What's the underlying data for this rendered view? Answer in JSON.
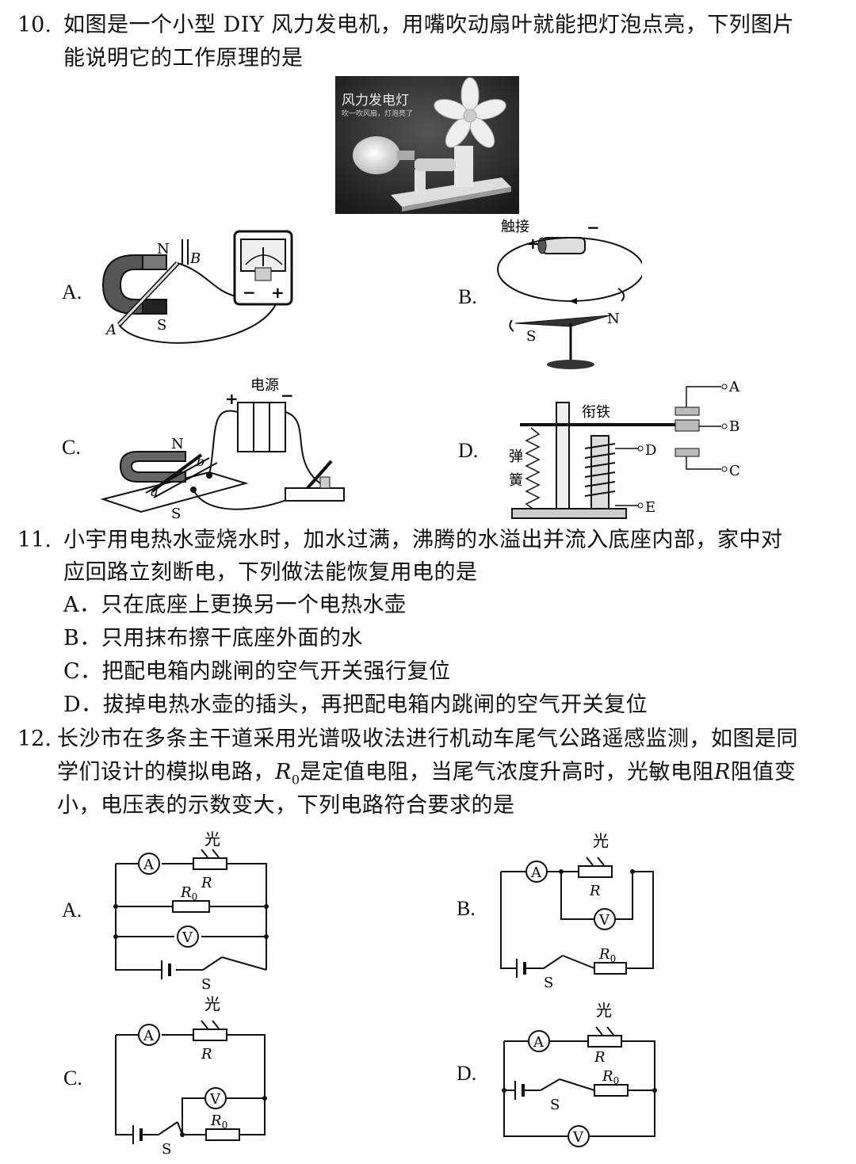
{
  "q10": {
    "num": "10.",
    "line1": "如图是一个小型 DIY 风力发电机，用嘴吹动扇叶就能把灯泡点亮，下列图片",
    "line2": "能说明它的工作原理的是",
    "photo_title": "风力发电灯",
    "photo_sub": "吹一吹风扇，灯泡亮了",
    "options": {
      "A": "A.",
      "B": "B.",
      "C": "C.",
      "D": "D."
    },
    "figA": {
      "N": "N",
      "S": "S",
      "A": "A",
      "B": "B"
    },
    "figB": {
      "touch": "触接",
      "plus": "+",
      "minus": "−",
      "S": "S",
      "N": "N"
    },
    "figC": {
      "power": "电源",
      "plus": "+",
      "minus": "−",
      "N": "N",
      "S": "S",
      "a": "a",
      "b": "b"
    },
    "figD": {
      "armature": "衔铁",
      "spring1": "弹",
      "spring2": "簧",
      "A": "A",
      "B": "B",
      "C": "C",
      "D": "D",
      "E": "E"
    }
  },
  "q11": {
    "num": "11.",
    "line1": "小宇用电热水壶烧水时，加水过满，沸腾的水溢出并流入底座内部，家中对",
    "line2": "应回路立刻断电，下列做法能恢复用电的是",
    "choices": [
      "A．只在底座上更换另一个电热水壶",
      "B．只用抹布擦干底座外面的水",
      "C．把配电箱内跳闸的空气开关强行复位",
      "D．拔掉电热水壶的插头，再把配电箱内跳闸的空气开关复位"
    ]
  },
  "q12": {
    "num": "12.",
    "line1": "长沙市在多条主干道采用光谱吸收法进行机动车尾气公路遥感监测，如图是同",
    "line2a": "学们设计的模拟电路，",
    "line2b": "是定值电阻，当尾气浓度升高时，光敏电阻",
    "line2c": "阻值变",
    "line3": "小，电压表的示数变大，下列电路符合要求的是",
    "R0": "R",
    "R0sub": "0",
    "R": "R",
    "light": "光",
    "ammeter": "A",
    "voltmeter": "V",
    "switch": "S",
    "options": {
      "A": "A.",
      "B": "B.",
      "C": "C.",
      "D": "D."
    }
  }
}
